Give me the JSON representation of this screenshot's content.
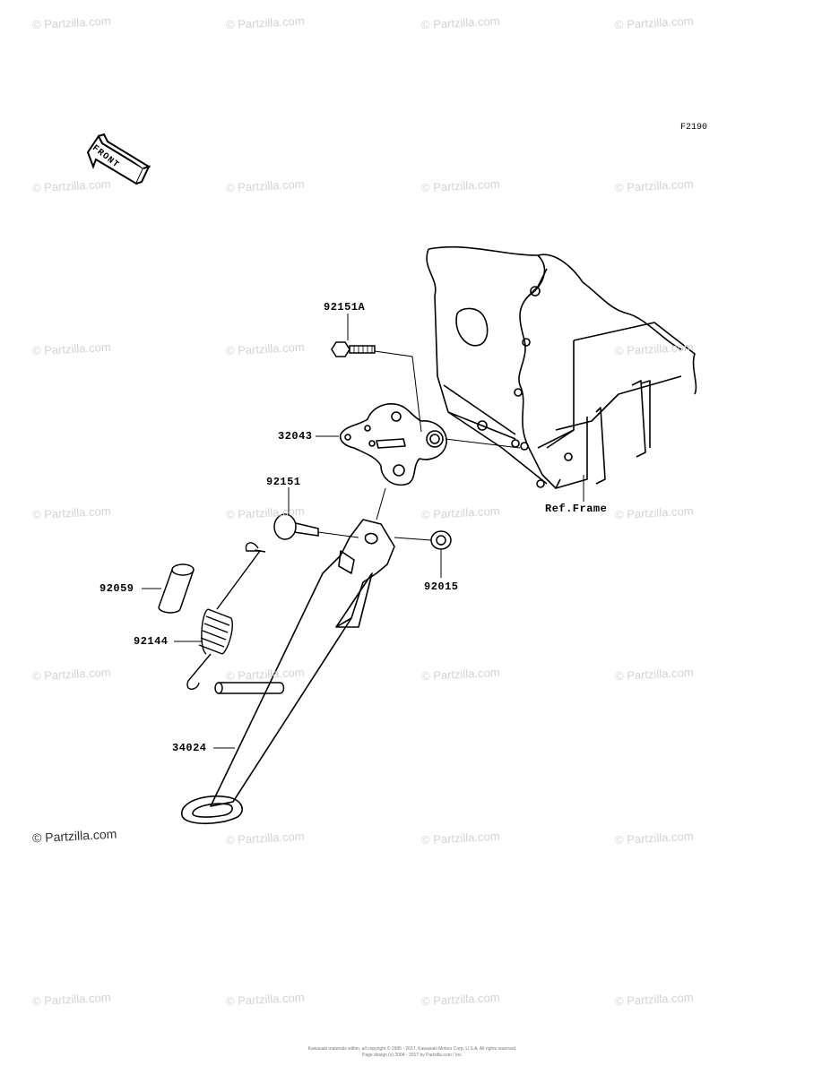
{
  "diagram": {
    "code": "F2190",
    "front_label": "FRONT",
    "parts": [
      {
        "id": "92151A",
        "label": "92151A"
      },
      {
        "id": "32043",
        "label": "32043"
      },
      {
        "id": "92151",
        "label": "92151"
      },
      {
        "id": "92059",
        "label": "92059"
      },
      {
        "id": "92144",
        "label": "92144"
      },
      {
        "id": "92015",
        "label": "92015"
      },
      {
        "id": "34024",
        "label": "34024"
      },
      {
        "id": "ref-frame",
        "label": "Ref.Frame"
      }
    ]
  },
  "watermark": {
    "text": "© Partzilla.com"
  },
  "copyright": "© Partzilla.com",
  "footer": {
    "line1": "Kawasaki materials within, all copyright © 1995 - 2017, Kawasaki Motors Corp. U.S.A. All rights reserved.",
    "line2": "Page design (c) 2004 - 2017 by Partzilla.com / Inc."
  }
}
